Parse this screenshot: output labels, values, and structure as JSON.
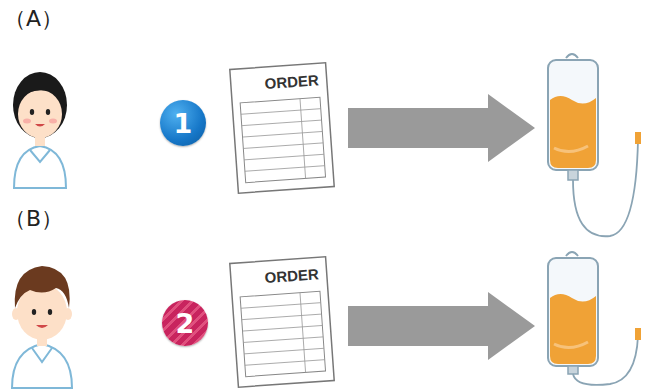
{
  "diagram": {
    "nodes": [
      {
        "text": [
          "1"
        ]
      },
      {
        "text": [
          "ORDER"
        ]
      },
      {
        "text": [
          "2"
        ]
      },
      {
        "text": [
          "ORDER"
        ]
      }
    ],
    "labels": [
      "（A）",
      "（B）"
    ]
  }
}
